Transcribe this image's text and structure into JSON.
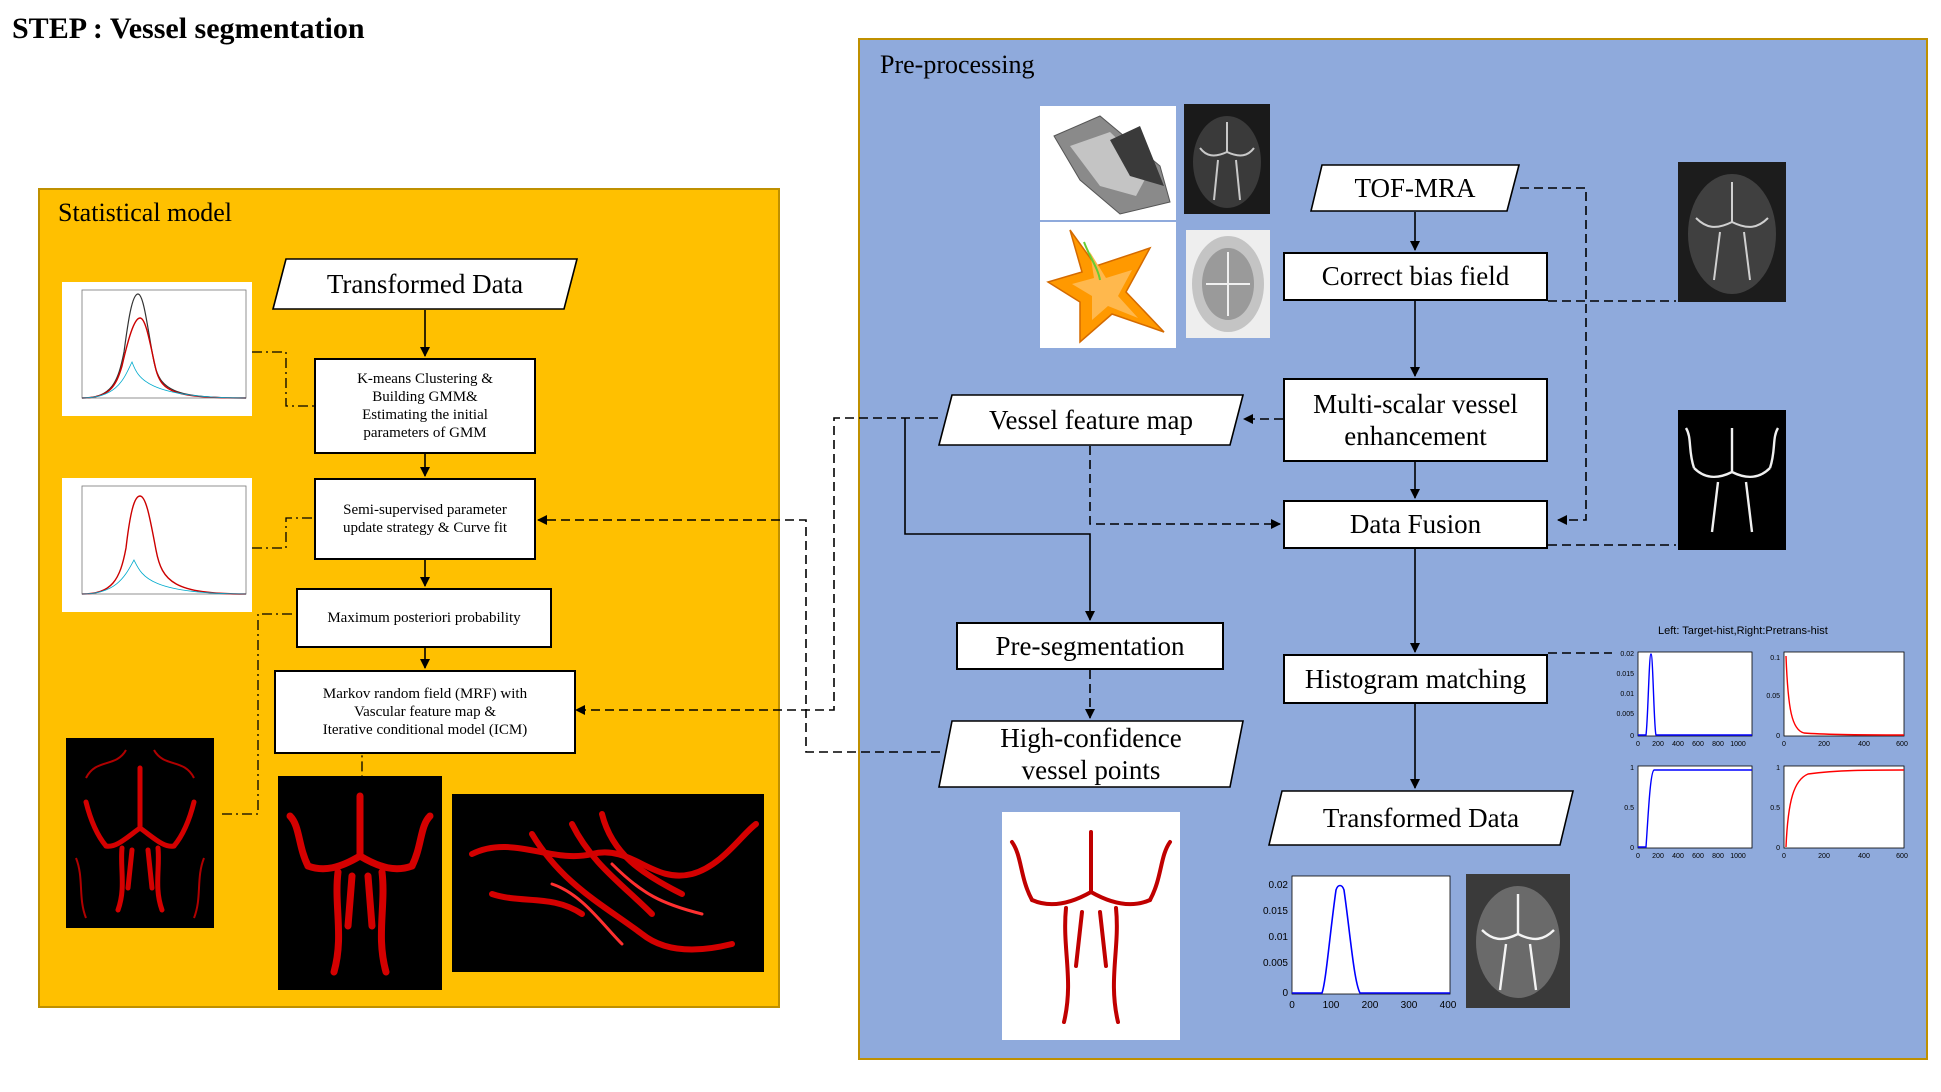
{
  "title": "STEP : Vessel segmentation",
  "panels": {
    "statistical": {
      "label": "Statistical model"
    },
    "preprocessing": {
      "label": "Pre-processing"
    }
  },
  "statistical": {
    "transformed_data": "Transformed Data",
    "kmeans": [
      "K-means Clustering &",
      "Building GMM&",
      "Estimating the initial",
      "parameters of GMM"
    ],
    "semi_supervised": [
      "Semi-supervised parameter",
      "update strategy & Curve fit"
    ],
    "map": "Maximum posteriori probability",
    "mrf": [
      "Markov random field (MRF) with",
      "Vascular feature map &",
      "Iterative conditional model (ICM)"
    ]
  },
  "preprocessing": {
    "tof_mra": "TOF-MRA",
    "bias": "Correct bias field",
    "multiscalar": [
      "Multi-scalar vessel",
      "enhancement"
    ],
    "fusion": "Data Fusion",
    "histogram": "Histogram matching",
    "transformed": "Transformed Data",
    "feature_map": "Vessel feature map",
    "preseg": "Pre-segmentation",
    "highconf": [
      "High-confidence",
      "vessel points"
    ]
  },
  "hist_title": "Left: Target-hist,Right:Pretrans-hist",
  "ticks": {
    "t1y": [
      "0.02",
      "0.015",
      "0.01",
      "0.005",
      "0"
    ],
    "t1x": [
      "0",
      "200",
      "400",
      "600",
      "800",
      "1000"
    ],
    "t2y": [
      "0.1",
      "0.05",
      "0"
    ],
    "t2x": [
      "0",
      "200",
      "400",
      "600"
    ],
    "t3y": [
      "1",
      "0.5",
      "0"
    ],
    "bigy": [
      "0.02",
      "0.015",
      "0.01",
      "0.005",
      "0"
    ],
    "bigx": [
      "0",
      "100",
      "200",
      "300",
      "400"
    ]
  },
  "colors": {
    "statistical_bg": "#ffc000",
    "preprocessing_bg": "#8faadc",
    "border": "#bf9000",
    "vessel": "#d40000",
    "plot_blue": "#0000ff",
    "plot_red": "#ff0000"
  }
}
